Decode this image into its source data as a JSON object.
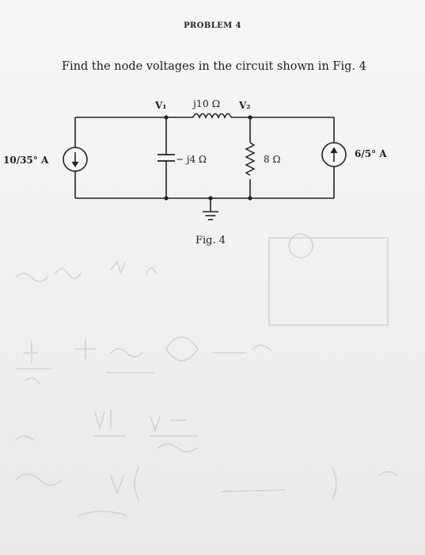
{
  "header": {
    "title": "PROBLEM 4"
  },
  "problem": {
    "statement": "Find the node voltages in the circuit shown in Fig. 4"
  },
  "circuit": {
    "node_labels": {
      "v1": "V₁",
      "v2": "V₂"
    },
    "components": {
      "left_source": "10/35° A",
      "inductor": "j10 Ω",
      "capacitor": "− j4 Ω",
      "resistor": "8 Ω",
      "right_source": "6/5° A"
    },
    "figure_caption": "Fig. 4"
  },
  "colors": {
    "ink": "#1e1e1e",
    "paper": "#f3f3f3",
    "pencil": "#b7bcc6"
  }
}
